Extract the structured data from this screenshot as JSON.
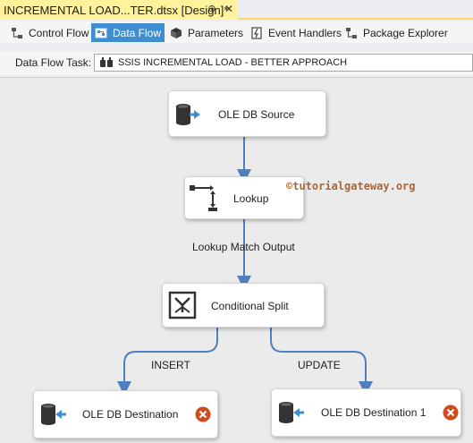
{
  "document_tab": {
    "title": "INCREMENTAL LOAD...TER.dtsx [Design]*",
    "pin_glyph": "⊕",
    "close_glyph": "✕"
  },
  "designer_tabs": [
    {
      "label": "Control Flow",
      "icon": "control-flow-icon",
      "active": false
    },
    {
      "label": "Data Flow",
      "icon": "data-flow-icon",
      "active": true
    },
    {
      "label": "Parameters",
      "icon": "parameters-icon",
      "active": false
    },
    {
      "label": "Event Handlers",
      "icon": "event-handlers-icon",
      "active": false
    },
    {
      "label": "Package Explorer",
      "icon": "package-explorer-icon",
      "active": false
    }
  ],
  "task": {
    "label": "Data Flow Task:",
    "value": "SSIS INCREMENTAL LOAD - BETTER APPROACH"
  },
  "components": {
    "source": {
      "label": "OLE DB Source"
    },
    "lookup": {
      "label": "Lookup"
    },
    "split": {
      "label": "Conditional Split"
    },
    "dest_left": {
      "label": "OLE DB Destination",
      "status": "error"
    },
    "dest_right": {
      "label": "OLE DB Destination 1",
      "status": "error"
    }
  },
  "paths": {
    "lookup_out": "Lookup Match Output",
    "insert": "INSERT",
    "update": "UPDATE"
  },
  "watermark": "©tutorialgateway.org",
  "colors": {
    "accent": "#3e8ed0",
    "tab_yellow": "#fff29d",
    "wire": "#4f7fbf",
    "error": "#d14a1e"
  }
}
